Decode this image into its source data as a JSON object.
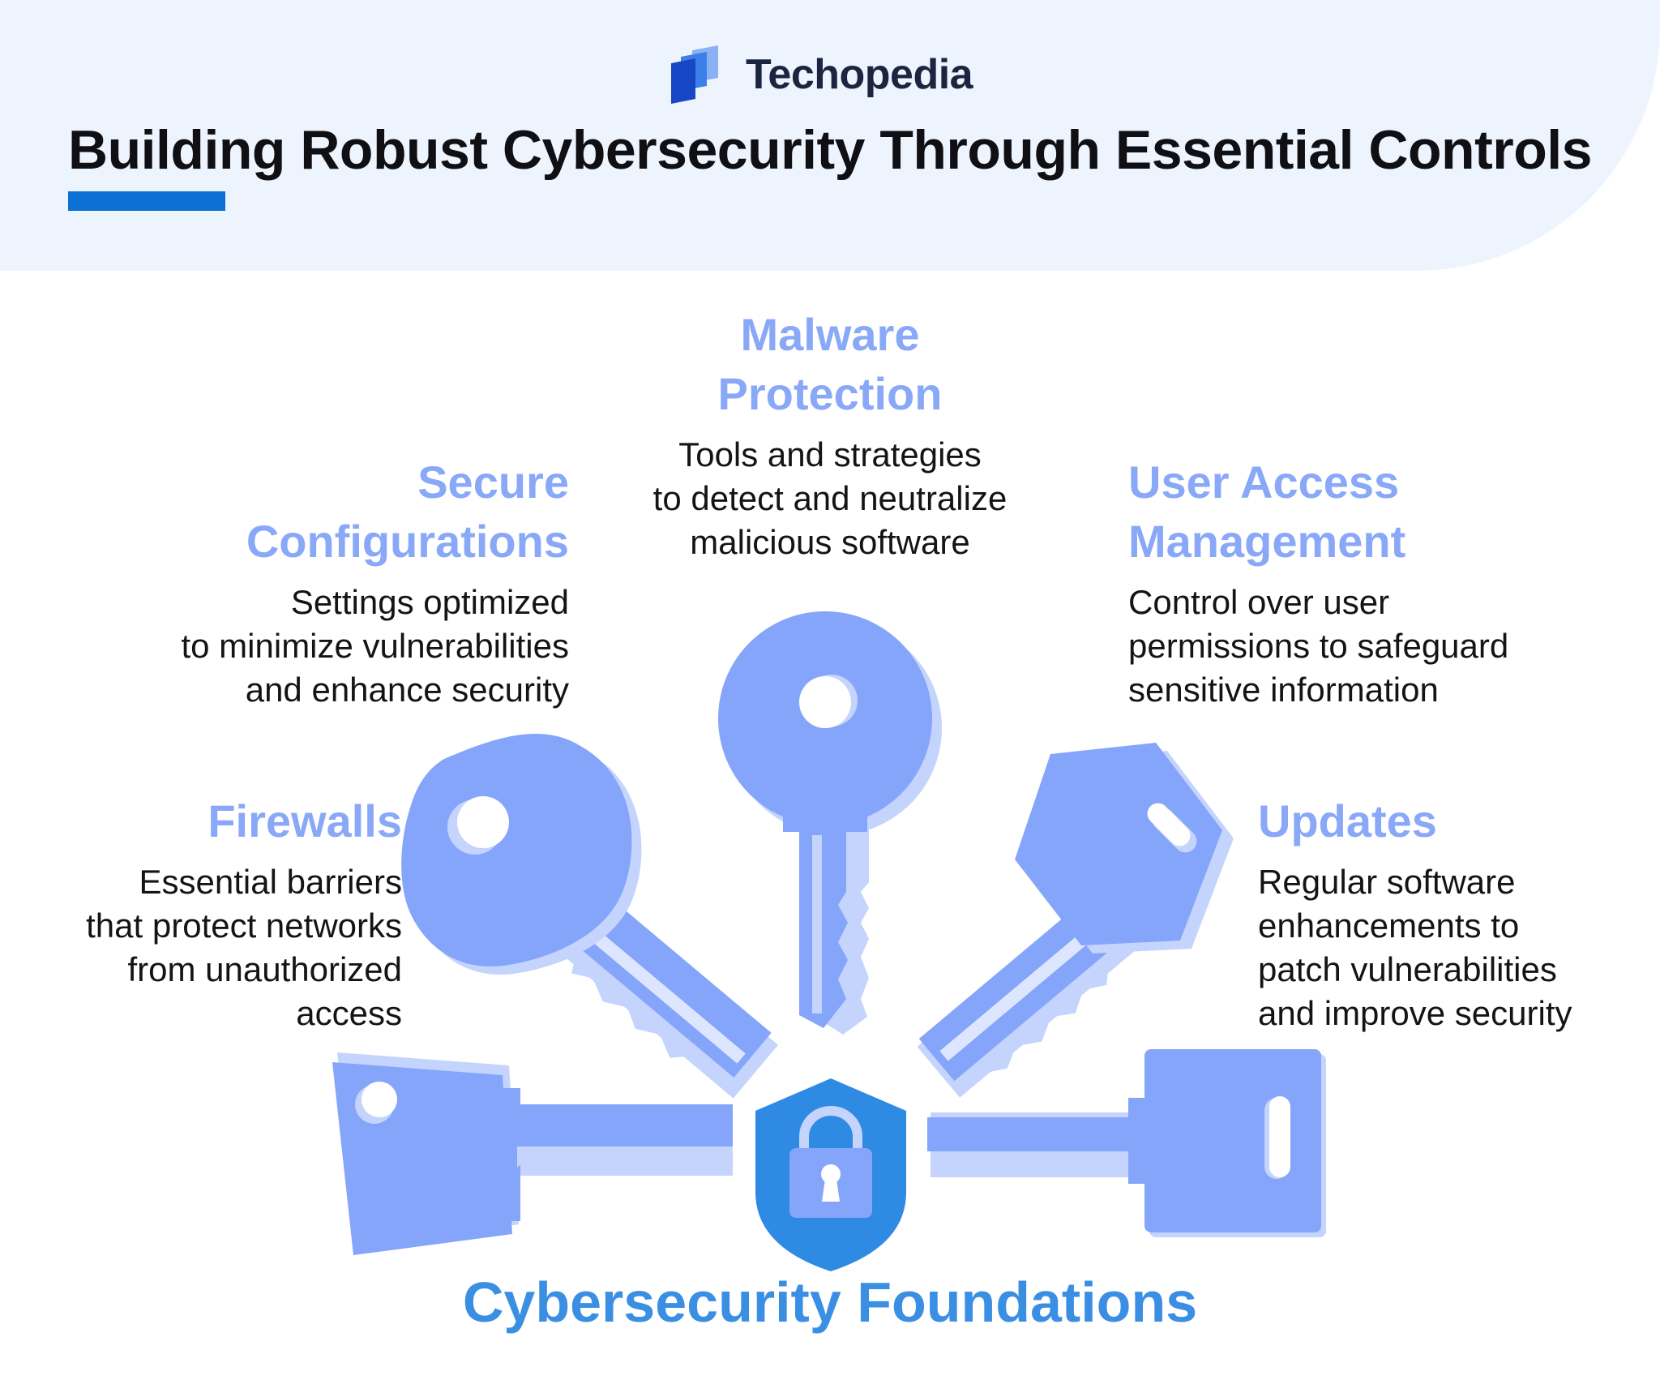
{
  "brand": {
    "name": "Techopedia",
    "logo_icon": "techopedia-logo-icon"
  },
  "title": "Building Robust Cybersecurity Through Essential Controls",
  "colors": {
    "header_bg": "#eef4fe",
    "accent_blue": "#0b70d4",
    "key_blue": "#85a5fb",
    "key_light": "#c4d4fc",
    "shield_blue": "#2f8ae4",
    "heading_periwinkle": "#8aa8f8",
    "footer_blue": "#3b8fe3"
  },
  "items": {
    "malware": {
      "title_l1": "Malware",
      "title_l2": "Protection",
      "desc_l1": "Tools and strategies",
      "desc_l2": "to detect and neutralize",
      "desc_l3": "malicious software",
      "icon": "round-key-icon"
    },
    "secure": {
      "title_l1": "Secure",
      "title_l2": "Configurations",
      "desc_l1": "Settings optimized",
      "desc_l2": "to minimize vulnerabilities",
      "desc_l3": "and enhance security",
      "icon": "blob-key-icon"
    },
    "user_access": {
      "title_l1": "User Access",
      "title_l2": "Management",
      "desc_l1": "Control over user",
      "desc_l2": "permissions to safeguard",
      "desc_l3": "sensitive information",
      "icon": "hexagon-key-icon"
    },
    "firewalls": {
      "title_l1": "Firewalls",
      "desc_l1": "Essential barriers",
      "desc_l2": "that protect networks",
      "desc_l3": "from unauthorized",
      "desc_l4": "access",
      "icon": "tag-key-icon"
    },
    "updates": {
      "title_l1": "Updates",
      "desc_l1": "Regular software",
      "desc_l2": "enhancements to",
      "desc_l3": "patch vulnerabilities",
      "desc_l4": "and improve security",
      "icon": "square-key-icon"
    }
  },
  "center_icon": "shield-padlock-icon",
  "footer_title": "Cybersecurity Foundations"
}
